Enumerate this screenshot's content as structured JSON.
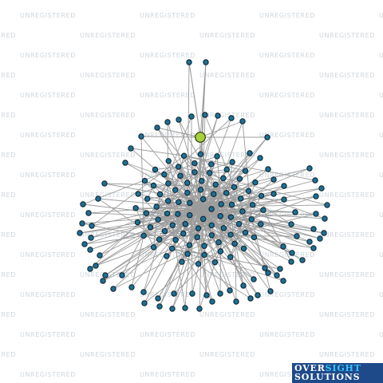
{
  "watermark": {
    "text": "UNREGISTERED"
  },
  "network": {
    "node_color": "#1f6f93",
    "focal_node_color": "#a6d13a",
    "edge_color": "#9b9b9b"
  },
  "logo": {
    "line1_white": "OVER",
    "line1_accent": "SIGHT",
    "line2": "SOLUTIONS",
    "bg_color": "#1e4a8a",
    "accent_color": "#31c6ff"
  }
}
